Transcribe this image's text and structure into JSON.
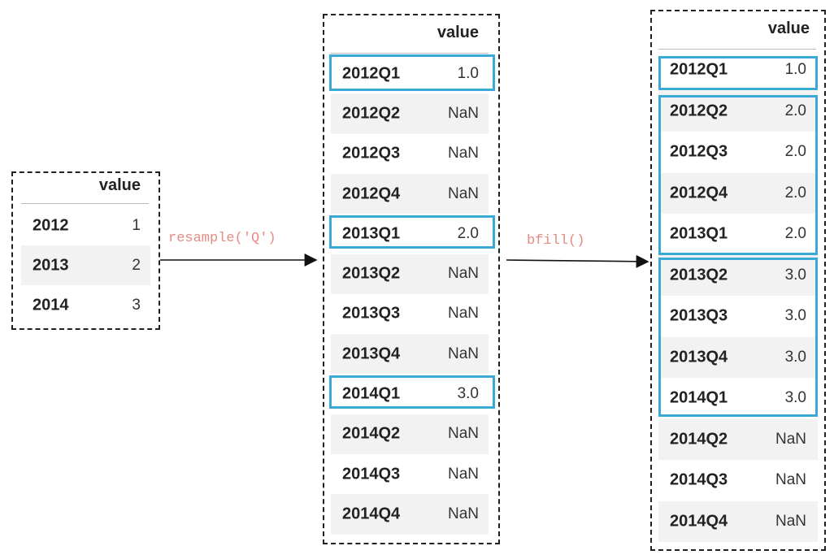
{
  "left_table": {
    "header": "value",
    "rows": [
      {
        "index": "2012",
        "value": "1"
      },
      {
        "index": "2013",
        "value": "2"
      },
      {
        "index": "2014",
        "value": "3"
      }
    ]
  },
  "ops": {
    "resample": "resample('Q')",
    "bfill": "bfill()"
  },
  "mid_table": {
    "header": "value",
    "rows": [
      {
        "index": "2012Q1",
        "value": "1.0"
      },
      {
        "index": "2012Q2",
        "value": "NaN"
      },
      {
        "index": "2012Q3",
        "value": "NaN"
      },
      {
        "index": "2012Q4",
        "value": "NaN"
      },
      {
        "index": "2013Q1",
        "value": "2.0"
      },
      {
        "index": "2013Q2",
        "value": "NaN"
      },
      {
        "index": "2013Q3",
        "value": "NaN"
      },
      {
        "index": "2013Q4",
        "value": "NaN"
      },
      {
        "index": "2014Q1",
        "value": "3.0"
      },
      {
        "index": "2014Q2",
        "value": "NaN"
      },
      {
        "index": "2014Q3",
        "value": "NaN"
      },
      {
        "index": "2014Q4",
        "value": "NaN"
      }
    ]
  },
  "right_table": {
    "header": "value",
    "rows": [
      {
        "index": "2012Q1",
        "value": "1.0"
      },
      {
        "index": "2012Q2",
        "value": "2.0"
      },
      {
        "index": "2012Q3",
        "value": "2.0"
      },
      {
        "index": "2012Q4",
        "value": "2.0"
      },
      {
        "index": "2013Q1",
        "value": "2.0"
      },
      {
        "index": "2013Q2",
        "value": "3.0"
      },
      {
        "index": "2013Q3",
        "value": "3.0"
      },
      {
        "index": "2013Q4",
        "value": "3.0"
      },
      {
        "index": "2014Q1",
        "value": "3.0"
      },
      {
        "index": "2014Q2",
        "value": "NaN"
      },
      {
        "index": "2014Q3",
        "value": "NaN"
      },
      {
        "index": "2014Q4",
        "value": "NaN"
      }
    ]
  },
  "colors": {
    "highlight": "#3aa9d6",
    "op_label": "#e58a84",
    "row_shade": "#f2f2f2"
  }
}
